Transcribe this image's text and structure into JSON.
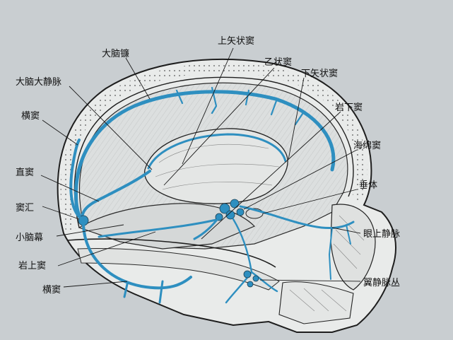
{
  "colors": {
    "paper": "#c9ced1",
    "vein": "#2e8fc0",
    "ink": "#111111"
  },
  "labels": {
    "superior_sagittal_sinus": "上矢状窦",
    "falx_cerebri": "大脑镰",
    "sigmoid_sinus": "乙状窦",
    "great_cerebral_vein": "大脑大静脉",
    "inferior_sagittal_sinus": "下矢状窦",
    "transverse_sinus_upper": "横窦",
    "inferior_petrosal_sinus": "岩下窦",
    "cavernous_sinus": "海绵窦",
    "straight_sinus": "直窦",
    "pituitary": "垂体",
    "confluence": "窦汇",
    "cerebellar_tentorium": "小脑幕",
    "superior_ophthalmic_vein": "眼上静脉",
    "superior_petrosal_sinus": "岩上窦",
    "transverse_sinus_lower": "横窦",
    "pterygoid_plexus": "翼静脉丛"
  }
}
